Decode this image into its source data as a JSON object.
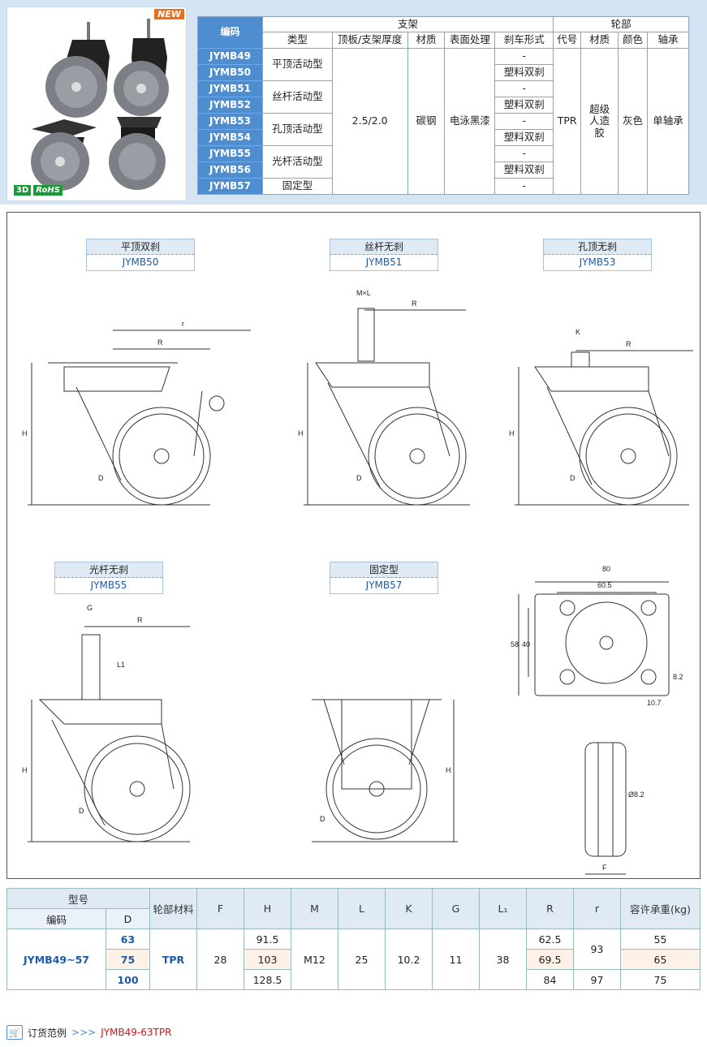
{
  "badges": {
    "new": "NEW",
    "three_d": "3D",
    "rohs": "RoHS"
  },
  "spec": {
    "h_code": "编码",
    "h_bracket": "支架",
    "h_wheel": "轮部",
    "cols": [
      "类型",
      "顶板/支架厚度",
      "材质",
      "表面处理",
      "刹车形式",
      "代号",
      "材质",
      "颜色",
      "轴承"
    ],
    "codes": [
      "JYMB49",
      "JYMB50",
      "JYMB51",
      "JYMB52",
      "JYMB53",
      "JYMB54",
      "JYMB55",
      "JYMB56",
      "JYMB57"
    ],
    "types": [
      "平顶活动型",
      "丝杆活动型",
      "孔顶活动型",
      "光杆活动型",
      "固定型"
    ],
    "thickness": "2.5/2.0",
    "bracket_material": "碳钢",
    "surface": "电泳黑漆",
    "brakes": [
      "-",
      "塑料双刹",
      "-",
      "塑料双刹",
      "-",
      "塑料双刹",
      "-",
      "塑料双刹",
      "-"
    ],
    "wheel_code": "TPR",
    "wheel_material": "超级人造胶",
    "color": "灰色",
    "bearing": "单轴承"
  },
  "labels": [
    {
      "title": "平顶双刹",
      "model": "JYMB50"
    },
    {
      "title": "丝杆无刹",
      "model": "JYMB51"
    },
    {
      "title": "孔顶无刹",
      "model": "JYMB53"
    },
    {
      "title": "光杆无刹",
      "model": "JYMB55"
    },
    {
      "title": "固定型",
      "model": "JYMB57"
    }
  ],
  "dims": {
    "r": "r",
    "R": "R",
    "H": "H",
    "D": "D",
    "MxL": "M×L",
    "K": "K",
    "G": "G",
    "L1": "L1",
    "F": "F",
    "d80": "80",
    "d605": "60.5",
    "d58": "58",
    "d40": "40",
    "d82": "8.2",
    "d107": "10.7",
    "phi82": "Ø8.2"
  },
  "bottom": {
    "h_model": "型号",
    "h_code": "编码",
    "h_D": "D",
    "h_wheel": "轮部材料",
    "h_cols": [
      "F",
      "H",
      "M",
      "L",
      "K",
      "G",
      "L₁",
      "R",
      "r",
      "容许承重(kg)"
    ],
    "code": "JYMB49~57",
    "material": "TPR",
    "F": "28",
    "M": "M12",
    "L": "25",
    "K": "10.2",
    "G": "11",
    "L1": "38",
    "rows": [
      {
        "D": "63",
        "H": "91.5",
        "R": "62.5",
        "load": "55"
      },
      {
        "D": "75",
        "H": "103",
        "R": "69.5",
        "load": "65"
      },
      {
        "D": "100",
        "H": "128.5",
        "R": "84",
        "load": "75"
      }
    ],
    "r_small": "93",
    "r_large": "97"
  },
  "order": {
    "label": "订货范例",
    "arrows": ">>>",
    "example": "JYMB49-63TPR"
  }
}
